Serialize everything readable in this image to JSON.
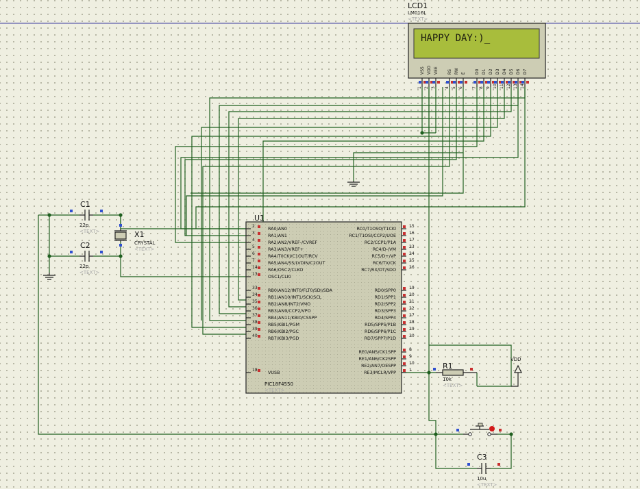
{
  "lcd": {
    "ref": "LCD1",
    "model": "LM016L",
    "text_placeholder": "<TEXT>",
    "display_text": "HAPPY DAY:)_",
    "pin_names": [
      "VSS",
      "VDD",
      "VEE",
      "RS",
      "RW",
      "E",
      "D0",
      "D1",
      "D2",
      "D3",
      "D4",
      "D5",
      "D6",
      "D7"
    ],
    "pin_numbers": [
      "1",
      "2",
      "3",
      "4",
      "5",
      "6",
      "7",
      "8",
      "9",
      "10",
      "11",
      "12",
      "13",
      "14"
    ]
  },
  "mcu": {
    "ref": "U1",
    "model": "PIC18F4550",
    "text_placeholder": "<TEXT>",
    "left_pins": [
      {
        "num": "2",
        "name": "RA0/AN0"
      },
      {
        "num": "3",
        "name": "RA1/AN1"
      },
      {
        "num": "4",
        "name": "RA2/AN2/VREF-/CVREF"
      },
      {
        "num": "5",
        "name": "RA3/AN3/VREF+"
      },
      {
        "num": "6",
        "name": "RA4/T0CKI/C1OUT/RCV"
      },
      {
        "num": "7",
        "name": "RA5/AN4/SS/LVDIN/C2OUT"
      },
      {
        "num": "14",
        "name": "RA6/OSC2/CLKO"
      },
      {
        "num": "13",
        "name": "OSC1/CLKI"
      },
      {
        "num": "33",
        "name": "RB0/AN12/INT0/FLT0/SDI/SDA"
      },
      {
        "num": "34",
        "name": "RB1/AN10/INT1/SCK/SCL"
      },
      {
        "num": "35",
        "name": "RB2/AN8/INT2/VMO"
      },
      {
        "num": "36",
        "name": "RB3/AN9/CCP2/VPO"
      },
      {
        "num": "37",
        "name": "RB4/AN11/KBI0/CSSPP"
      },
      {
        "num": "38",
        "name": "RB5/KBI1/PGM"
      },
      {
        "num": "39",
        "name": "RB6/KBI2/PGC"
      },
      {
        "num": "40",
        "name": "RB7/KBI3/PGD"
      },
      {
        "num": "18",
        "name": "VUSB"
      }
    ],
    "right_pins": [
      {
        "num": "15",
        "name": "RC0/T1OSO/T1CKI"
      },
      {
        "num": "16",
        "name": "RC1/T1OSI/CCP2/UOE"
      },
      {
        "num": "17",
        "name": "RC2/CCP1/P1A"
      },
      {
        "num": "23",
        "name": "RC4/D-/VM"
      },
      {
        "num": "24",
        "name": "RC5/D+/VP"
      },
      {
        "num": "25",
        "name": "RC6/TX/CK"
      },
      {
        "num": "26",
        "name": "RC7/RX/DT/SDO"
      },
      {
        "num": "19",
        "name": "RD0/SPP0"
      },
      {
        "num": "20",
        "name": "RD1/SPP1"
      },
      {
        "num": "21",
        "name": "RD2/SPP2"
      },
      {
        "num": "22",
        "name": "RD3/SPP3"
      },
      {
        "num": "27",
        "name": "RD4/SPP4"
      },
      {
        "num": "28",
        "name": "RD5/SPP5/P1B"
      },
      {
        "num": "29",
        "name": "RD6/SPP6/P1C"
      },
      {
        "num": "30",
        "name": "RD7/SPP7/P1D"
      },
      {
        "num": "8",
        "name": "RE0/AN5/CK1SPP"
      },
      {
        "num": "9",
        "name": "RE1/AN6/CK2SPP"
      },
      {
        "num": "10",
        "name": "RE2/AN7/OESPP"
      },
      {
        "num": "1",
        "name": "RE3/MCLR/VPP"
      }
    ]
  },
  "c1": {
    "ref": "C1",
    "value": "22p",
    "text_placeholder": "<TEXT>"
  },
  "c2": {
    "ref": "C2",
    "value": "22p",
    "text_placeholder": "<TEXT>"
  },
  "c3": {
    "ref": "C3",
    "value": "10u",
    "text_placeholder": "<TEXT>"
  },
  "x1": {
    "ref": "X1",
    "value": "CRYSTAL",
    "text_placeholder": "<TEXT>"
  },
  "r1": {
    "ref": "R1",
    "value": "10k",
    "text_placeholder": "<TEXT>"
  },
  "power": {
    "label": "VDD"
  },
  "colors": {
    "background": "#efefe1",
    "wire": "#1f5f1f",
    "component_body": "#cdcdb4",
    "lcd_screen": "#a8bd3c",
    "pin_red": "#c83030",
    "pin_blue": "#3050d0",
    "sheet_border": "#3a3aa0"
  }
}
